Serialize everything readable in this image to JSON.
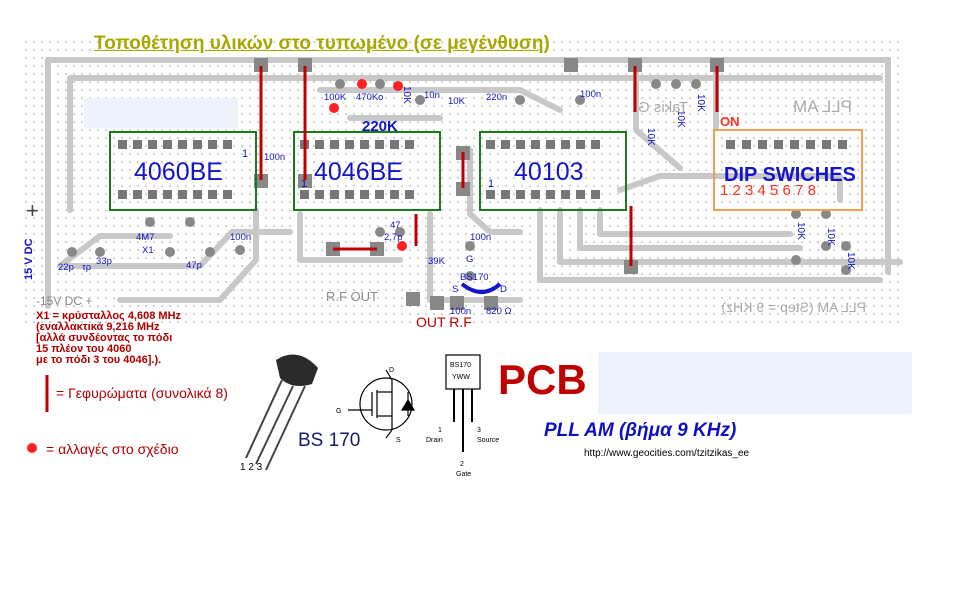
{
  "title": "Τοποθέτηση υλικών στο τυπωμένο (σε μεγένθυση)",
  "ic_labels": {
    "ic1": "4060BE",
    "ic2": "4046BE",
    "ic3": "40103",
    "dip": "DIP SWICHES",
    "dip_numbers": "1 2 3 4 5 6 7 8",
    "on": "ON"
  },
  "components": {
    "r100k": "100K",
    "r470k": "470Ko",
    "r10k_a": "10K",
    "c10n": "10n",
    "r10k_b": "10K",
    "c220n": "220n",
    "c100n_top": "100n",
    "r220k": "220K",
    "c100n_1": "100n",
    "c4m7": "4M7",
    "x1": "X1",
    "c22p": "22p",
    "tr": "τρ",
    "c33p": "33p",
    "c100n_2": "100n",
    "c47p": "47p",
    "c47": "47",
    "c27p": "2,7p",
    "c100n_3": "100n",
    "r39k": "39K",
    "g": "G",
    "bs170_label": "BS170",
    "s": "S",
    "d": "D",
    "c100n_4": "100n",
    "r820": "820 Ω",
    "r10k_c": "10K",
    "r10k_d": "10K",
    "r10k_e": "10K",
    "r10k_f": "10K",
    "r10k_g": "10K",
    "r10k_h": "10K",
    "pin1": "1"
  },
  "power": {
    "vdc_side": "15 V DC",
    "vdc_bottom": "-15V DC +"
  },
  "rf": {
    "rf_out_mirror": "R.F OUT",
    "out_rf": "OUT R.F"
  },
  "mirror_texts": {
    "takis": "Takis G",
    "pll_am": "PLL AM",
    "pll_step": "PLL AM (Step = 9 KHz)"
  },
  "notes": [
    "X1 = κρύσταλλος 4,608 MHz",
    "(εναλλακτικά  9,216 MHz",
    "[αλλά συνδέοντας το πόδι",
    "15 πλέον του 4060",
    "με το πόδι 3 του 4046].)."
  ],
  "legend": {
    "bridges": "= Γεφυρώματα (συνολικά 8)",
    "changes": "= αλλαγές στο σχέδιο"
  },
  "transistor": {
    "name": "BS 170",
    "pins": "1 2 3",
    "pkg_top": "BS170",
    "pkg_bottom": "YWW",
    "drain": "Drain",
    "gate": "Gate",
    "source": "Source",
    "g": "G",
    "d": "D",
    "s": "S",
    "n1": "1",
    "n2": "2",
    "n3": "3"
  },
  "pcb": "PCB",
  "pll_title": "PLL AM (βήμα 9 KHz)",
  "url": "http://www.geocities.com/tzitzikas_ee",
  "colors": {
    "trace": "#c8c8c8",
    "ic_outline": "#1c7a1c",
    "ic_label": "#1414c8",
    "bridge": "#c00000",
    "dip_outline": "#f0a050",
    "red_dot": "#ff2020",
    "title": "#a8a800"
  }
}
